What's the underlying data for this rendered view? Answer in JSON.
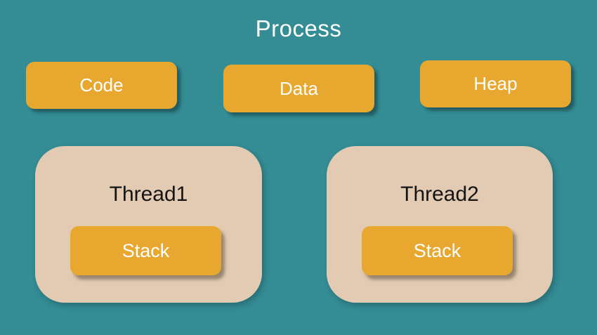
{
  "title": "Process",
  "memory_segments": [
    {
      "label": "Code"
    },
    {
      "label": "Data"
    },
    {
      "label": "Heap"
    }
  ],
  "threads": [
    {
      "label": "Thread1",
      "stack_label": "Stack"
    },
    {
      "label": "Thread2",
      "stack_label": "Stack"
    }
  ],
  "colors": {
    "background": "#348C94",
    "box_orange": "#E8A830",
    "thread_bg": "#E2CBB2",
    "box_text": "#FFFFFF",
    "thread_text": "#141414",
    "title_text": "#FFFFFF"
  }
}
